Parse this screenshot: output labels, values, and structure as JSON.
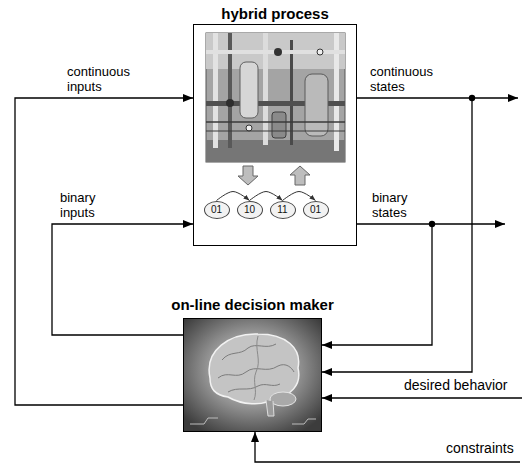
{
  "diagram": {
    "nodes": [
      {
        "text": [
          "hybrid process"
        ]
      },
      {
        "text": [
          "01"
        ],
        "in": 0
      },
      {
        "text": [
          "10"
        ],
        "in": 0
      },
      {
        "text": [
          "11"
        ],
        "in": 0
      },
      {
        "text": [
          "01"
        ],
        "in": 0
      },
      {
        "text": [
          "on-line decision maker"
        ]
      }
    ],
    "edges": [
      {
        "from": 5,
        "to": 0,
        "arrow": "to",
        "label": "continuous inputs"
      },
      {
        "from": 5,
        "to": 0,
        "arrow": "to",
        "label": "binary inputs"
      },
      {
        "from": 0,
        "to": 5,
        "arrow": "to",
        "label": "continuous states"
      },
      {
        "from": 0,
        "to": 5,
        "arrow": "to",
        "label": "binary states"
      },
      {
        "from": 1,
        "to": 2,
        "arrow": "to"
      },
      {
        "from": 2,
        "to": 3,
        "arrow": "to"
      },
      {
        "from": 3,
        "to": 4,
        "arrow": "to"
      }
    ],
    "labels": [
      "desired behavior",
      "constraints"
    ]
  }
}
